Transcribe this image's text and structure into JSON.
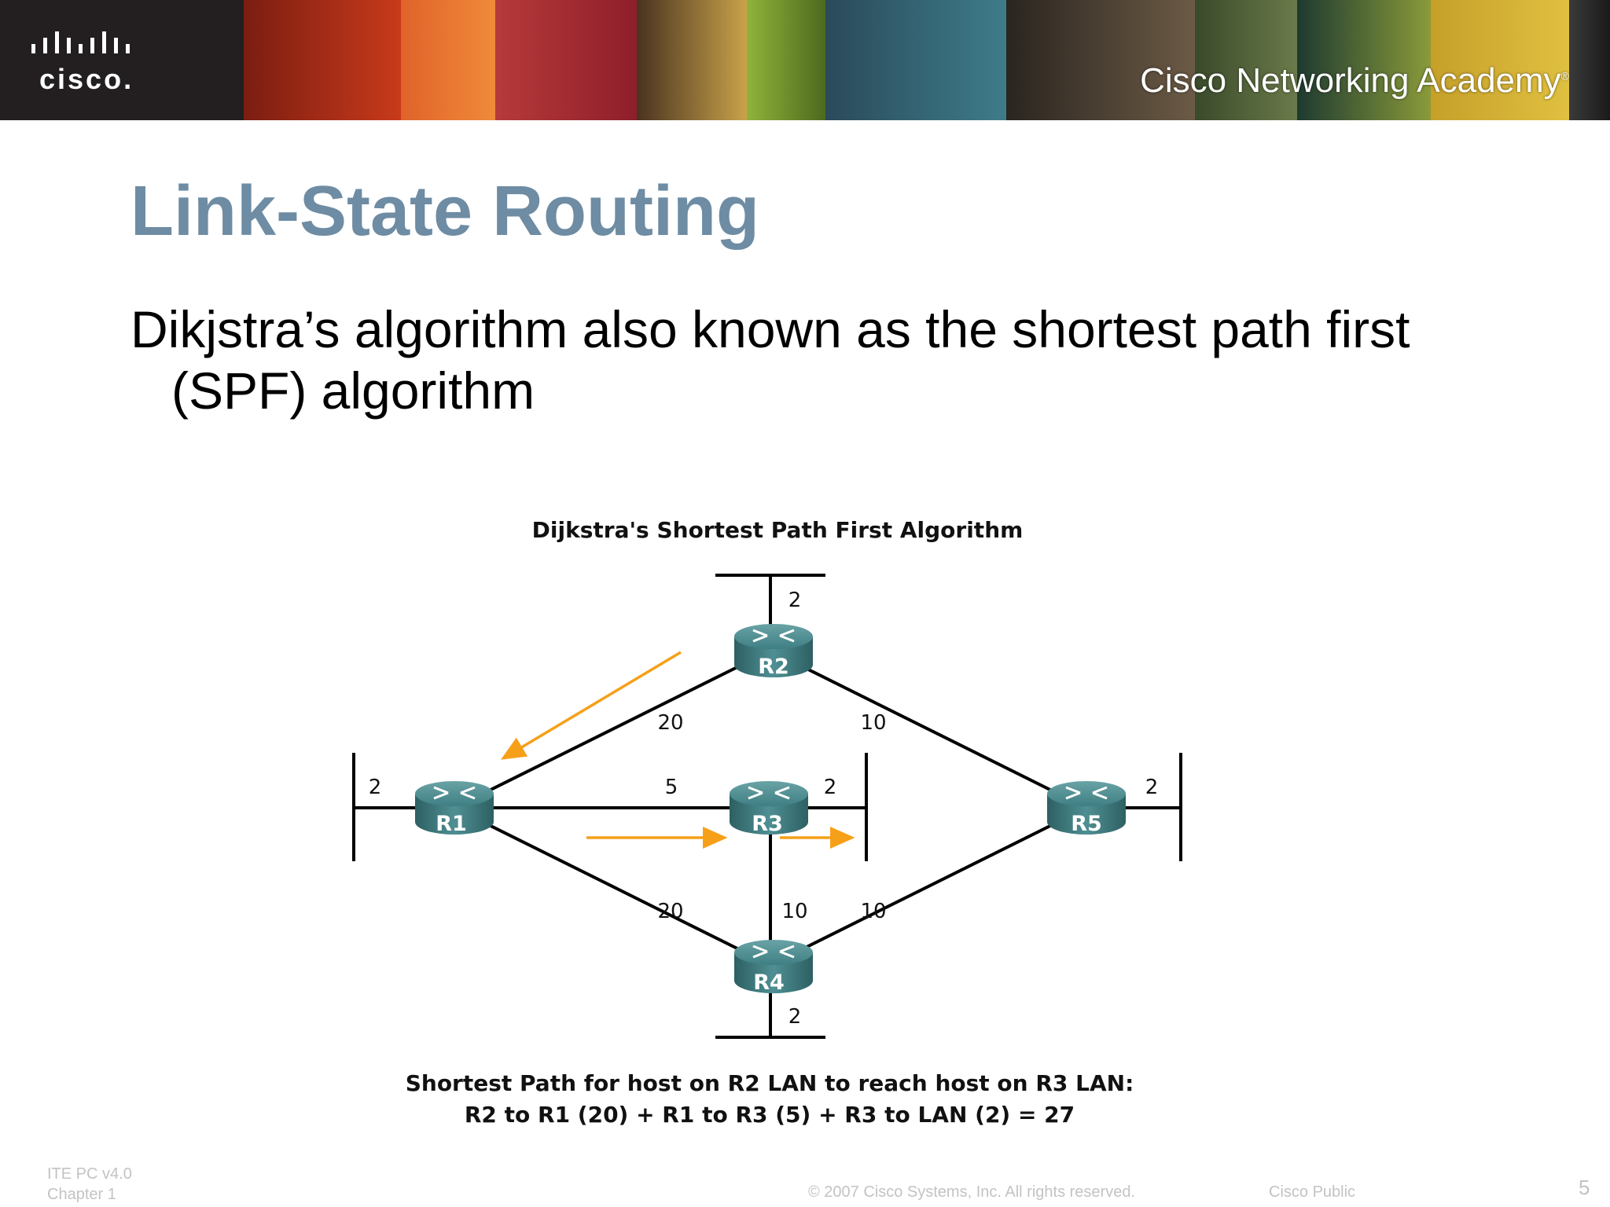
{
  "banner": {
    "logo_word": "cisco",
    "logo_dot": ".",
    "academy": "Cisco Networking Academy",
    "academy_mark": "®"
  },
  "slide": {
    "title": "Link-State Routing",
    "bullet_line1": "Dikjstra’s algorithm also known as the shortest path first",
    "bullet_line2": "(SPF) algorithm"
  },
  "diagram": {
    "title": "Dijkstra's Shortest Path First Algorithm",
    "routers": [
      "R1",
      "R2",
      "R3",
      "R4",
      "R5"
    ],
    "costs": {
      "r2_lan": "2",
      "r1_r2": "20",
      "r2_r5": "10",
      "r1_lan": "2",
      "r1_r3": "5",
      "r3_lan": "2",
      "r5_lan": "2",
      "r1_r4": "20",
      "r3_r4": "10",
      "r4_r5": "10",
      "r4_lan": "2"
    },
    "caption_line1": "Shortest Path for host on R2 LAN to reach host on R3 LAN:",
    "caption_line2": "R2 to R1 (20) + R1 to R3 (5) + R3 to LAN (2) = 27",
    "colors": {
      "link": "#000000",
      "arrow": "#f6a01a",
      "router": "#3c7a7e"
    }
  },
  "footer": {
    "course": "ITE PC v4.0",
    "chapter": "Chapter 1",
    "copyright": "© 2007 Cisco Systems, Inc. All rights reserved.",
    "classification": "Cisco Public",
    "page": "5"
  }
}
